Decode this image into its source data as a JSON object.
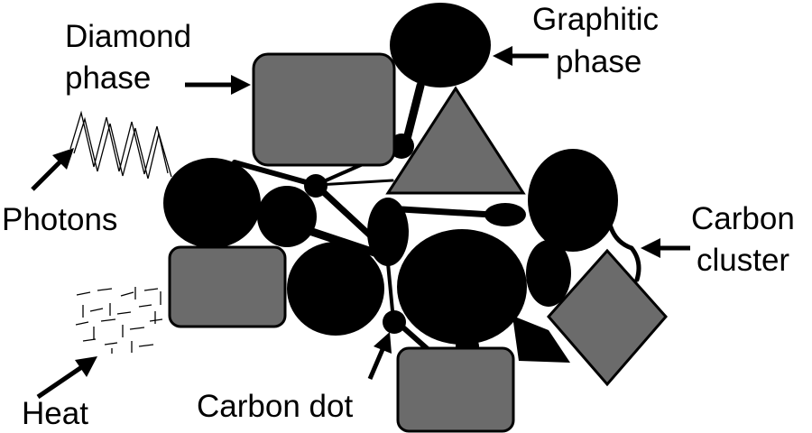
{
  "labels": {
    "diamond_line1": "Diamond",
    "diamond_line2": "phase",
    "graphitic_line1": "Graphitic",
    "graphitic_line2": "phase",
    "photons": "Photons",
    "carbon_cluster_line1": "Carbon",
    "carbon_cluster_line2": "cluster",
    "heat": "Heat",
    "carbon_dot": "Carbon dot"
  },
  "colors": {
    "diamond_phase_fill": "#6b6b6b",
    "graphitic_phase_fill": "#000000",
    "background": "#ffffff"
  }
}
